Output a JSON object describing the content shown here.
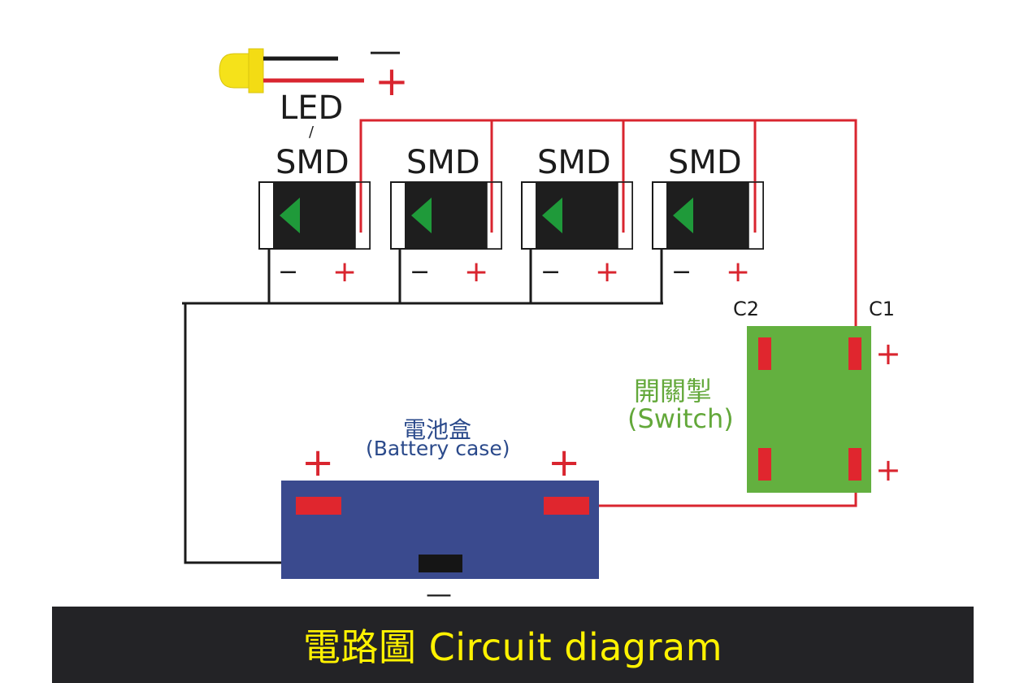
{
  "diagram": {
    "led_label": "LED",
    "led_separator": "/",
    "led_terminals": {
      "minus": "—",
      "plus": "+"
    },
    "smd_chips": [
      {
        "label": "SMD",
        "minus": "−",
        "plus": "+"
      },
      {
        "label": "SMD",
        "minus": "−",
        "plus": "+"
      },
      {
        "label": "SMD",
        "minus": "−",
        "plus": "+"
      },
      {
        "label": "SMD",
        "minus": "−",
        "plus": "+"
      }
    ],
    "switch": {
      "label_zh": "開關掣",
      "label_en": "(Switch)",
      "pin_c2": "C2",
      "pin_c1": "C1",
      "plus_top": "+",
      "plus_bottom": "+"
    },
    "battery": {
      "label_zh": "電池盒",
      "label_en": "(Battery case)",
      "plus_left": "+",
      "plus_right": "+",
      "minus": "—"
    }
  },
  "caption": {
    "text": "電路圖 Circuit diagram"
  },
  "colors": {
    "wire_red": "#d9252f",
    "wire_black": "#1a1a1a",
    "chip_body": "#1e1e1e",
    "chip_arrow": "#1f9a3a",
    "switch_body": "#63b03f",
    "battery_body": "#3a4a8e",
    "led_yellow": "#f5e21a",
    "caption_bg": "#232326",
    "caption_text": "#fff200"
  }
}
